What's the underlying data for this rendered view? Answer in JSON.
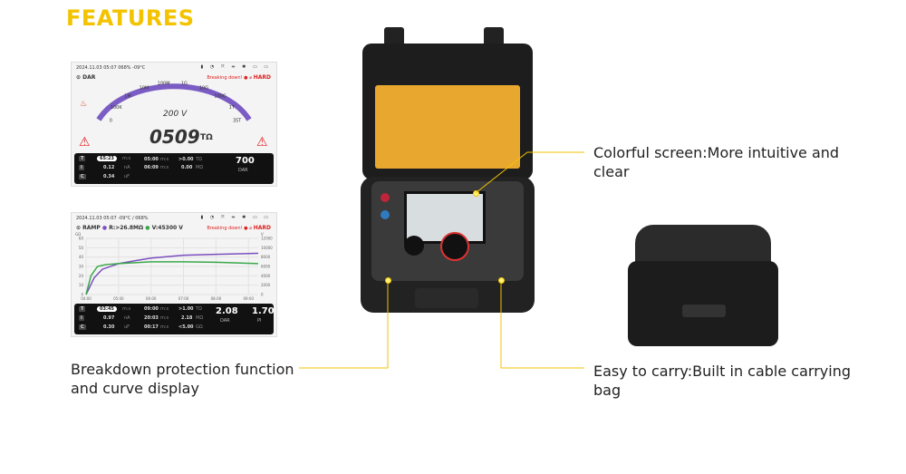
{
  "title": "FEATURES",
  "screen1": {
    "status": "2024.11.03  05:07   068%   -09°C",
    "icons": "▮ ◔ ⤧ ⇹ ✱ ▭ ▭",
    "mode": "DAR",
    "warning": "Breaking down!",
    "warning_tag": "HARD",
    "scale": [
      "0",
      "100K",
      "1M",
      "10M",
      "100M",
      "1G",
      "10G",
      "100G",
      "1T",
      "35T"
    ],
    "voltage": "200 V",
    "reading": "0509",
    "unit": "TΩ",
    "panel": {
      "t": "65:23",
      "t_u": "m:s",
      "i": "0.12",
      "i_u": "nA",
      "c": "0.34",
      "c_u": "uF",
      "r1": "05:00",
      "r1_u": "m:s",
      "r1v": ">0.00",
      "r1v_u": "TΩ",
      "r2": "06:09",
      "r2_u": "m:s",
      "r2v": "0.00",
      "r2v_u": "MΩ",
      "big": "700",
      "big_label": "DAR"
    }
  },
  "screen2": {
    "status": "2024.11.03  05:07   -09°C / 068%",
    "icons": "▮ ◔ ⤧ ⇹ ✱ ▭ ▭",
    "mode": "RAMP",
    "r_readout": "R:>26.8MΩ",
    "v_readout": "V:45300 V",
    "warning": "Breaking down!",
    "warning_tag": "HARD",
    "chart_data": {
      "type": "line",
      "xlabel": "",
      "ylabel": "GΩ",
      "y2label": "V",
      "x_ticks": [
        "04:00",
        "05:00",
        "06:00",
        "07:00",
        "08:00",
        "09:00"
      ],
      "y_ticks": [
        "0",
        "10",
        "20",
        "30",
        "40",
        "50",
        "60"
      ],
      "y2_ticks": [
        "0",
        "2000",
        "4000",
        "6000",
        "8000",
        "10000",
        "12000"
      ],
      "ylim": [
        0,
        60
      ],
      "y2lim": [
        0,
        12000
      ],
      "series": [
        {
          "color": "#7b4fbf",
          "axis": "left",
          "x": [
            4,
            4.25,
            4.5,
            5,
            5.5,
            6,
            7,
            8,
            9.3
          ],
          "y": [
            0,
            18,
            27,
            33,
            36,
            39,
            42,
            43,
            44
          ]
        },
        {
          "color": "#3aa84a",
          "axis": "left",
          "x": [
            4,
            4.15,
            4.35,
            4.6,
            5,
            6,
            7,
            8,
            9.3
          ],
          "y": [
            0,
            20,
            30,
            32,
            33,
            35,
            35,
            34.5,
            33
          ]
        }
      ]
    },
    "panel": {
      "t": "03:45",
      "t_u": "m:s",
      "i": "0.97",
      "i_u": "nA",
      "c": "0.30",
      "c_u": "uF",
      "r1": "09:00",
      "r1_u": "m:s",
      "r1v": ">1.00",
      "r1v_u": "TΩ",
      "r2": "20:03",
      "r2_u": "m:s",
      "r2v": "2.18",
      "r2v_u": "MΩ",
      "r3": "00:17",
      "r3_u": "m:s",
      "r3v": "<5.00",
      "r3v_u": "GΩ",
      "big": "2.08",
      "big_label": "DAR",
      "big2": "1.70",
      "big2_label": "PI"
    }
  },
  "callouts": {
    "screen": "Colorful screen:More intuitive and clear",
    "breakdown": "Breakdown protection function and curve display",
    "carry": "Easy to carry:Built in cable carrying bag"
  },
  "colors": {
    "accent": "#f3c300",
    "gauge": "#7b5cc4",
    "warning": "#e02020"
  }
}
